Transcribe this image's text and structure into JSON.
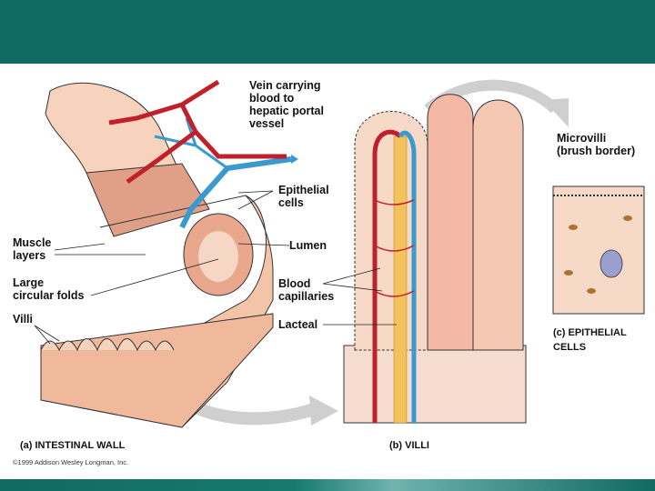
{
  "labels": {
    "vein": "Vein carrying\nblood to\nhepatic portal\nvessel",
    "epithelial_cells": "Epithelial\ncells",
    "muscle_layers": "Muscle\nlayers",
    "lumen": "Lumen",
    "large_circular_folds": "Large\ncircular folds",
    "blood_capillaries": "Blood\ncapillaries",
    "villi": "Villi",
    "lacteal": "Lacteal",
    "microvilli": "Microvilli\n(brush border)"
  },
  "captions": {
    "a": "(a) INTESTINAL WALL",
    "b": "(b) VILLI",
    "c": "(c) EPITHELIAL\nCELLS"
  },
  "copyright": "©1999 Addison Wesley Longman, Inc.",
  "colors": {
    "header": "#0f6a62",
    "tissue": "#f3c4a8",
    "muscle": "#e0a088",
    "vein": "#3a9ad0",
    "artery": "#c0202a",
    "lacteal": "#f3c25a",
    "arrow": "#cfcfcf"
  }
}
